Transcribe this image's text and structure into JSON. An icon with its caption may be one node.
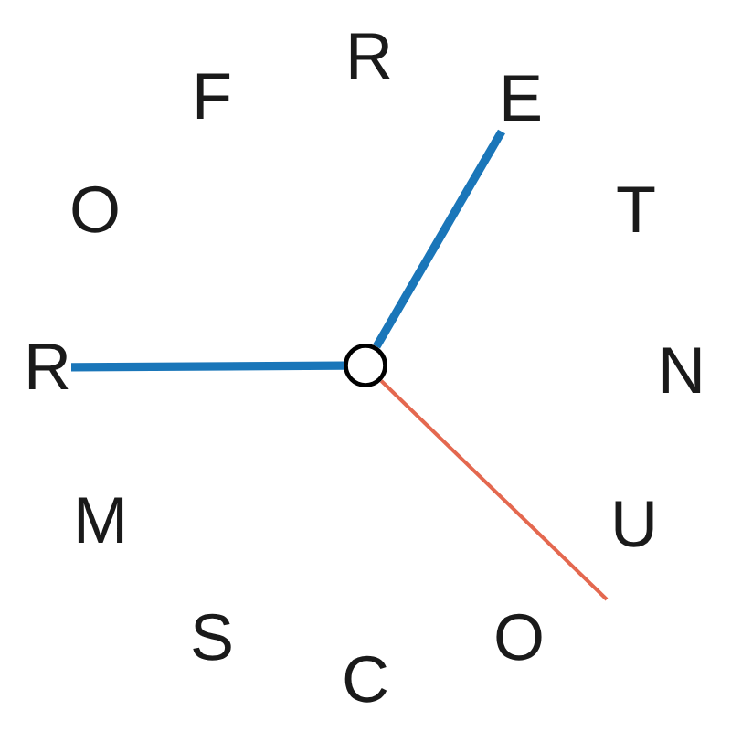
{
  "diagram": {
    "nodes": [
      {
        "text": [
          "R"
        ]
      },
      {
        "text": [
          "E"
        ]
      },
      {
        "text": [
          "T"
        ]
      },
      {
        "text": [
          "N"
        ]
      },
      {
        "text": [
          "U"
        ]
      },
      {
        "text": [
          "O"
        ]
      },
      {
        "text": [
          "C"
        ]
      },
      {
        "text": [
          "S"
        ]
      },
      {
        "text": [
          "M"
        ]
      },
      {
        "text": [
          "R"
        ]
      },
      {
        "text": [
          "O"
        ]
      },
      {
        "text": [
          "F"
        ]
      },
      {
        "text": [],
        "shape": "circle"
      }
    ],
    "edges": [
      {
        "from": 12,
        "to": 9,
        "arrow": "none"
      },
      {
        "from": 12,
        "to": 1,
        "arrow": "none"
      },
      {
        "from": 12,
        "to": null,
        "arrow": "none",
        "color": "#e4684f"
      }
    ]
  }
}
